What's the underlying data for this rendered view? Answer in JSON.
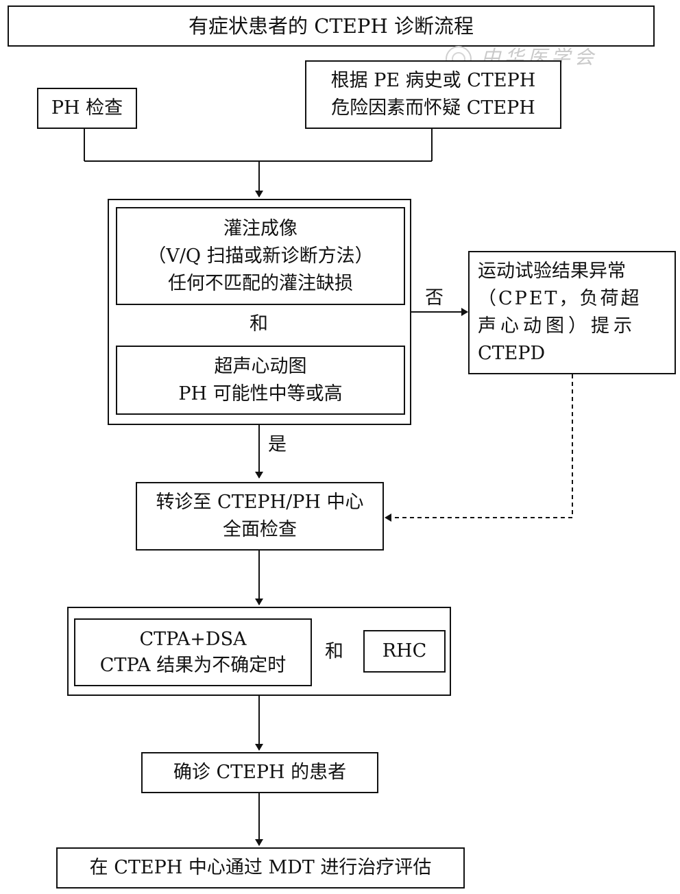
{
  "title": "有症状患者的 CTEPH 诊断流程",
  "watermark": "中华医学会",
  "nodes": {
    "ph_check": "PH 检查",
    "suspect": [
      "根据 PE 病史或 CTEPH",
      "危险因素而怀疑 CTEPH"
    ],
    "perfusion": [
      "灌注成像",
      "（V/Q 扫描或新诊断方法）",
      "任何不匹配的灌注缺损"
    ],
    "and1": "和",
    "echo": [
      "超声心动图",
      "PH 可能性中等或高"
    ],
    "exercise": [
      "运动试验结果异常",
      "（CPET，负荷超",
      "声心动图）提示",
      "CTEPD"
    ],
    "refer": [
      "转诊至 CTEPH/PH 中心",
      "全面检查"
    ],
    "ctpa": [
      "CTPA+DSA",
      "CTPA 结果为不确定时"
    ],
    "and2": "和",
    "rhc": "RHC",
    "confirmed": "确诊 CTEPH 的患者",
    "mdt": "在 CTEPH 中心通过 MDT 进行治疗评估"
  },
  "edges": {
    "no_label": "否",
    "yes_label": "是"
  }
}
